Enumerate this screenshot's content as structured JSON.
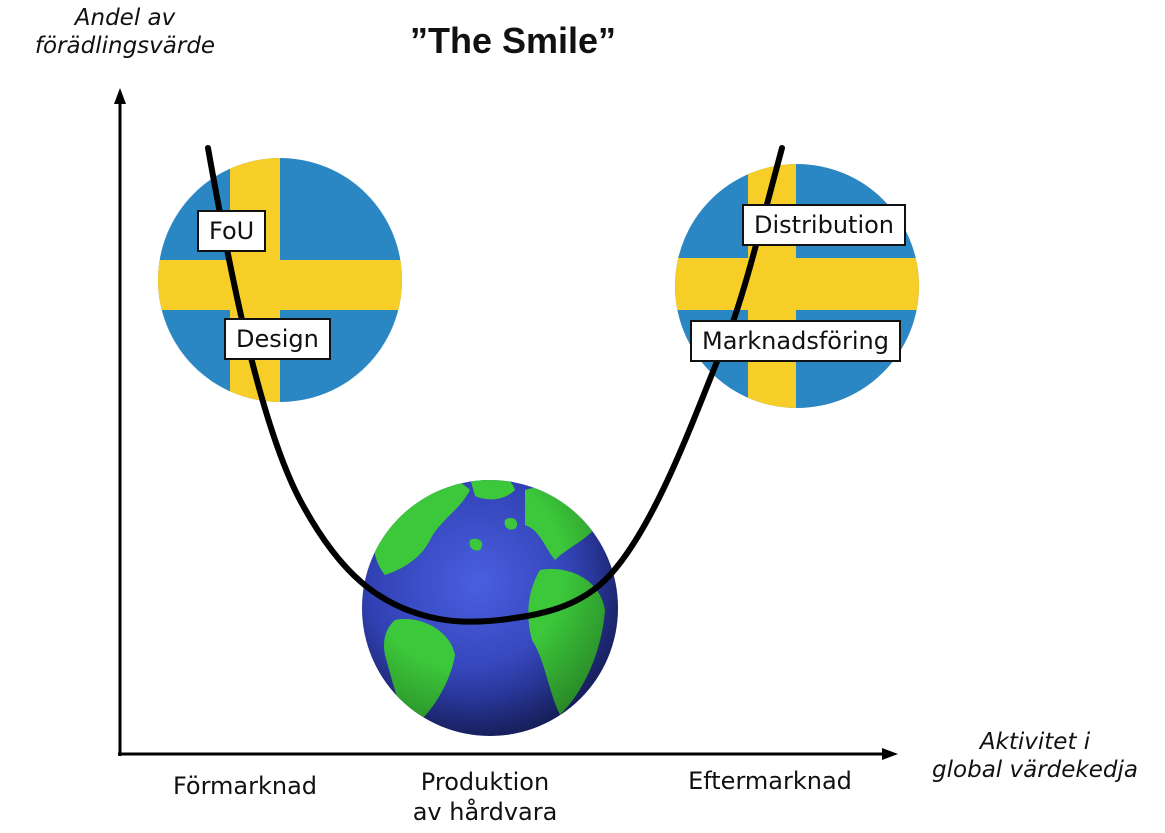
{
  "title": "”The Smile”",
  "y_axis_label": [
    "Andel av",
    "förädlingsvärde"
  ],
  "x_axis_label": [
    "Aktivitet i",
    "global värdekedja"
  ],
  "categories": {
    "pre": "Förmarknad",
    "production": [
      "Produktion",
      "av hårdvara"
    ],
    "post": "Eftermarknad"
  },
  "labels": {
    "rnd": "FoU",
    "design": "Design",
    "distribution": "Distribution",
    "marketing": "Marknadsföring"
  },
  "colors": {
    "flag_blue": "#2b86c4",
    "flag_yellow": "#f7ce28",
    "ocean": "#2f44b6",
    "land": "#3cc83a",
    "curve": "#000000"
  },
  "icons": {
    "left_circle": "swedish-flag",
    "right_circle": "swedish-flag",
    "center_circle": "globe"
  }
}
